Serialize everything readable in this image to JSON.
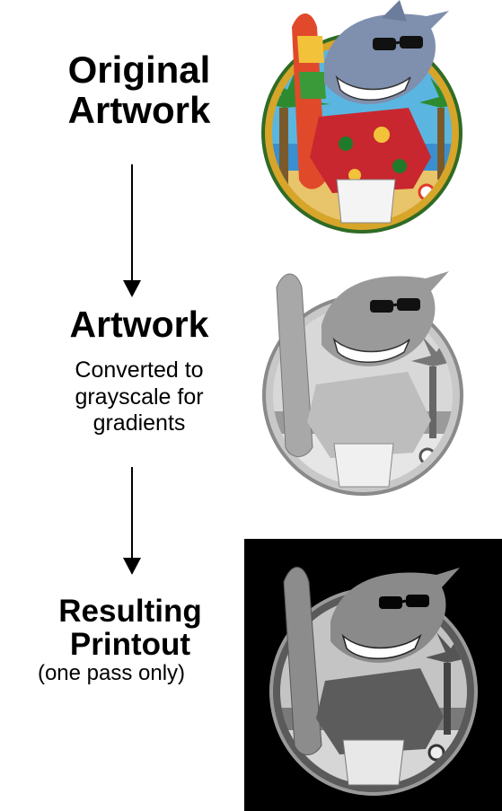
{
  "steps": [
    {
      "title": "Original\nArtwork",
      "subtitle": ""
    },
    {
      "title": "Artwork",
      "subtitle": "Converted to grayscale for gradients"
    },
    {
      "title": "Resulting\nPrintout",
      "subtitle": "(one pass only)"
    }
  ],
  "colors": {
    "ring_gold": "#d6a52a",
    "shark_blue": "#7f8fae",
    "shirt_red": "#c8272f",
    "sky_blue": "#5ab6e0",
    "sand": "#e8c46a",
    "panel_black": "#000000"
  }
}
